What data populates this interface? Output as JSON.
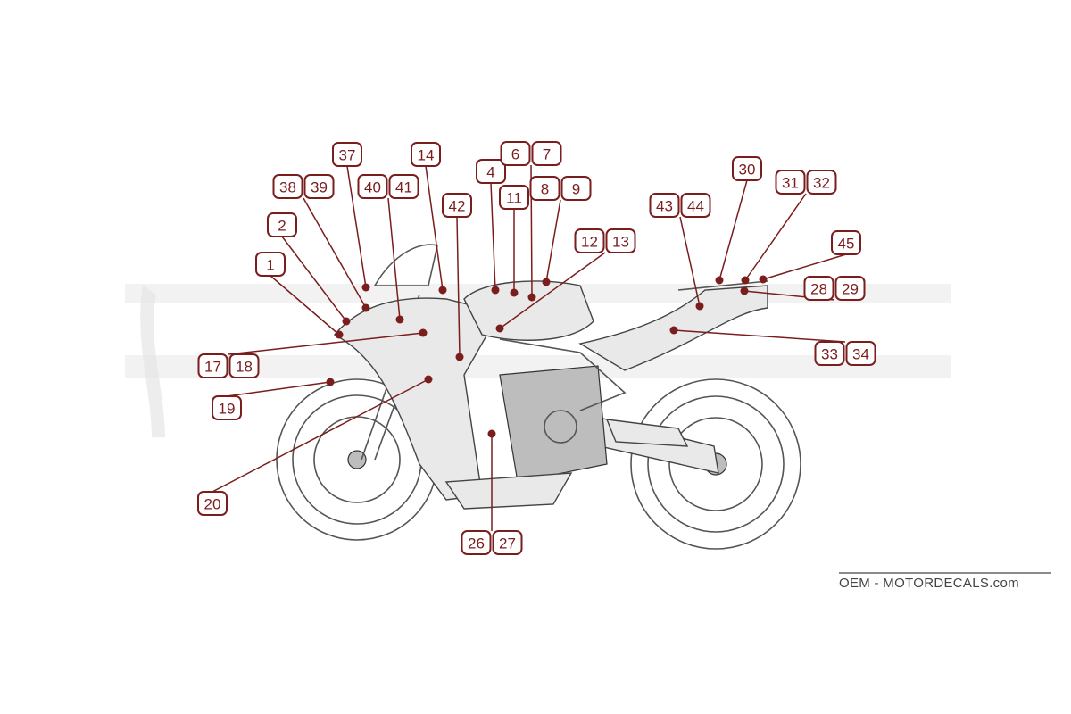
{
  "diagram": {
    "callouts": [
      {
        "id": "c1",
        "labels": [
          "1"
        ]
      },
      {
        "id": "c2",
        "labels": [
          "2"
        ]
      },
      {
        "id": "c37",
        "labels": [
          "37"
        ]
      },
      {
        "id": "c38",
        "labels": [
          "38",
          "39"
        ]
      },
      {
        "id": "c40",
        "labels": [
          "40",
          "41"
        ]
      },
      {
        "id": "c14",
        "labels": [
          "14"
        ]
      },
      {
        "id": "c42",
        "labels": [
          "42"
        ]
      },
      {
        "id": "c4",
        "labels": [
          "4"
        ]
      },
      {
        "id": "c11",
        "labels": [
          "11"
        ]
      },
      {
        "id": "c6",
        "labels": [
          "6",
          "7"
        ]
      },
      {
        "id": "c8",
        "labels": [
          "8",
          "9"
        ]
      },
      {
        "id": "c12",
        "labels": [
          "12",
          "13"
        ]
      },
      {
        "id": "c43",
        "labels": [
          "43",
          "44"
        ]
      },
      {
        "id": "c30",
        "labels": [
          "30"
        ]
      },
      {
        "id": "c31",
        "labels": [
          "31",
          "32"
        ]
      },
      {
        "id": "c45",
        "labels": [
          "45"
        ]
      },
      {
        "id": "c28",
        "labels": [
          "28",
          "29"
        ]
      },
      {
        "id": "c33",
        "labels": [
          "33",
          "34"
        ]
      },
      {
        "id": "c17",
        "labels": [
          "17",
          "18"
        ]
      },
      {
        "id": "c19",
        "labels": [
          "19"
        ]
      },
      {
        "id": "c20",
        "labels": [
          "20"
        ]
      },
      {
        "id": "c26",
        "labels": [
          "26",
          "27"
        ]
      }
    ]
  },
  "brand": {
    "text": "OEM - MOTORDECALS.com"
  },
  "colors": {
    "callout": "#7a1d1d",
    "line_art": "#555555",
    "watermark": "#e6e6e6"
  }
}
